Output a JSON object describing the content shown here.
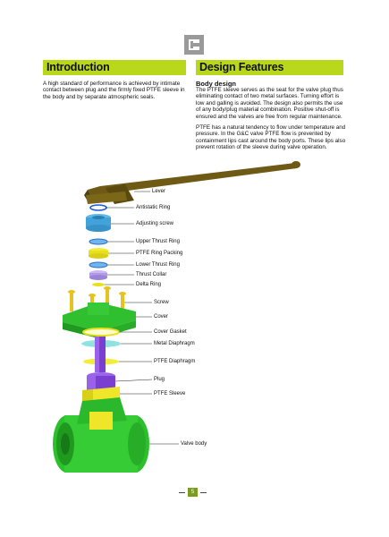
{
  "header": {
    "logo_icon": "gc-logo-icon",
    "accent_color": "#b9d81b"
  },
  "introduction": {
    "heading": "Introduction",
    "text": "A high standard of performance is achieved by intimate contact between plug and the firmly fixed PTFE sleeve in the body and by separate atmospheric seals."
  },
  "design_features": {
    "heading": "Design Features",
    "subheading": "Body design",
    "para1": "The PTFE sleeve serves as the seat for the valve plug thus eliminating contact of two metal surfaces. Turning effort is low and galling is avoided. The design also permits the use of any body/plug material combination. Positive shut-off is ensured and the valves are free from regular maintenance.",
    "para2": "PTFE has a natural tendency to flow under temperature and pressure. In the G&C valve PTFE flow is prevented by containment lips cast around the body ports. These lips also prevent rotation of the sleeve during valve operation."
  },
  "diagram": {
    "labels": {
      "lever": "Lever",
      "antistatic_ring": "Antistatic Ring",
      "adjusting_screw": "Adjusting screw",
      "upper_thrust_ring": "Upper Thrust Ring",
      "ptfe_ring_packing": "PTFE Ring Packing",
      "lower_thrust_ring": "Lower Thrust Ring",
      "thrust_collar": "Thrust Collar",
      "delta_ring": "Delta Ring",
      "screw": "Screw",
      "cover": "Cover",
      "cover_gasket": "Cover Gasket",
      "metal_diaphragm": "Metal Diaphragm",
      "ptfe_diaphragm": "PTFE Diaphragm",
      "plug": "Plug",
      "ptfe_sleeve": "PTFE Sleeve",
      "valve_body": "Valve body"
    }
  },
  "footer": {
    "page_number": "5"
  }
}
